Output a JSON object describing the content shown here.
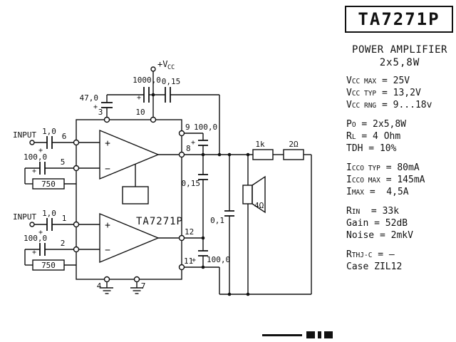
{
  "title_box": {
    "title": "TA7271P"
  },
  "panel": {
    "heading": "POWER AMPLIFIER",
    "subheading": "2x5,8W",
    "groups": [
      [
        {
          "base": "V",
          "sub": "CC MAX",
          "rest": " = 25V"
        },
        {
          "base": "V",
          "sub": "CC TYP",
          "rest": " = 13,2V"
        },
        {
          "base": "V",
          "sub": "CC RNG",
          "rest": " = 9...18v"
        }
      ],
      [
        {
          "base": "P",
          "sub": "O",
          "rest": " = 2x5,8W"
        },
        {
          "base": "R",
          "sub": "L",
          "rest": " = 4 Ohm"
        },
        {
          "base": "TDH",
          "sub": "",
          "rest": " = 10%"
        }
      ],
      [
        {
          "base": "I",
          "sub": "CCO TYP",
          "rest": " = 80mA"
        },
        {
          "base": "I",
          "sub": "CCO MAX",
          "rest": " = 145mA"
        },
        {
          "base": "I",
          "sub": "MAX",
          "rest": " =  4,5A"
        }
      ],
      [
        {
          "base": "R",
          "sub": "IN",
          "rest": "  = 33k"
        },
        {
          "base": "Gain",
          "sub": "",
          "rest": " = 52dB"
        },
        {
          "base": "Noise",
          "sub": "",
          "rest": " = 2mkV"
        }
      ],
      [
        {
          "base": "R",
          "sub": "THJ-C",
          "rest": " = –"
        },
        {
          "base": "Case",
          "sub": "",
          "rest": " ZIL12"
        }
      ]
    ]
  },
  "schematic": {
    "supply": {
      "label": "+V",
      "sub": "CC"
    },
    "ic_name": "TA7271P",
    "inputs": {
      "input1": "INPUT",
      "input2": "INPUT"
    },
    "pins": {
      "p1": "1",
      "p2": "2",
      "p3": "3",
      "p4": "4",
      "p5": "5",
      "p6": "6",
      "p7": "7",
      "p8": "8",
      "p9": "9",
      "p10": "10",
      "p11": "11",
      "p12": "12"
    },
    "caps": {
      "c1000": "1000,0",
      "c015_top": "0,15",
      "c47": "47,0",
      "c100_p9": "100,0",
      "c015_mid": "0,15",
      "c100_p12": "100,0",
      "c1_in1": "1,0",
      "c100_fb1": "100,0",
      "c1_in2": "1,0",
      "c100_fb2": "100,0",
      "c01": "0,1"
    },
    "resistors": {
      "r750_a": "750",
      "r750_b": "750",
      "r1k": "1k",
      "r2": "2Ω"
    },
    "speaker_impedance": "4Ω",
    "polarity_mark": "+",
    "opamp_plus": "+",
    "opamp_minus": "−"
  }
}
